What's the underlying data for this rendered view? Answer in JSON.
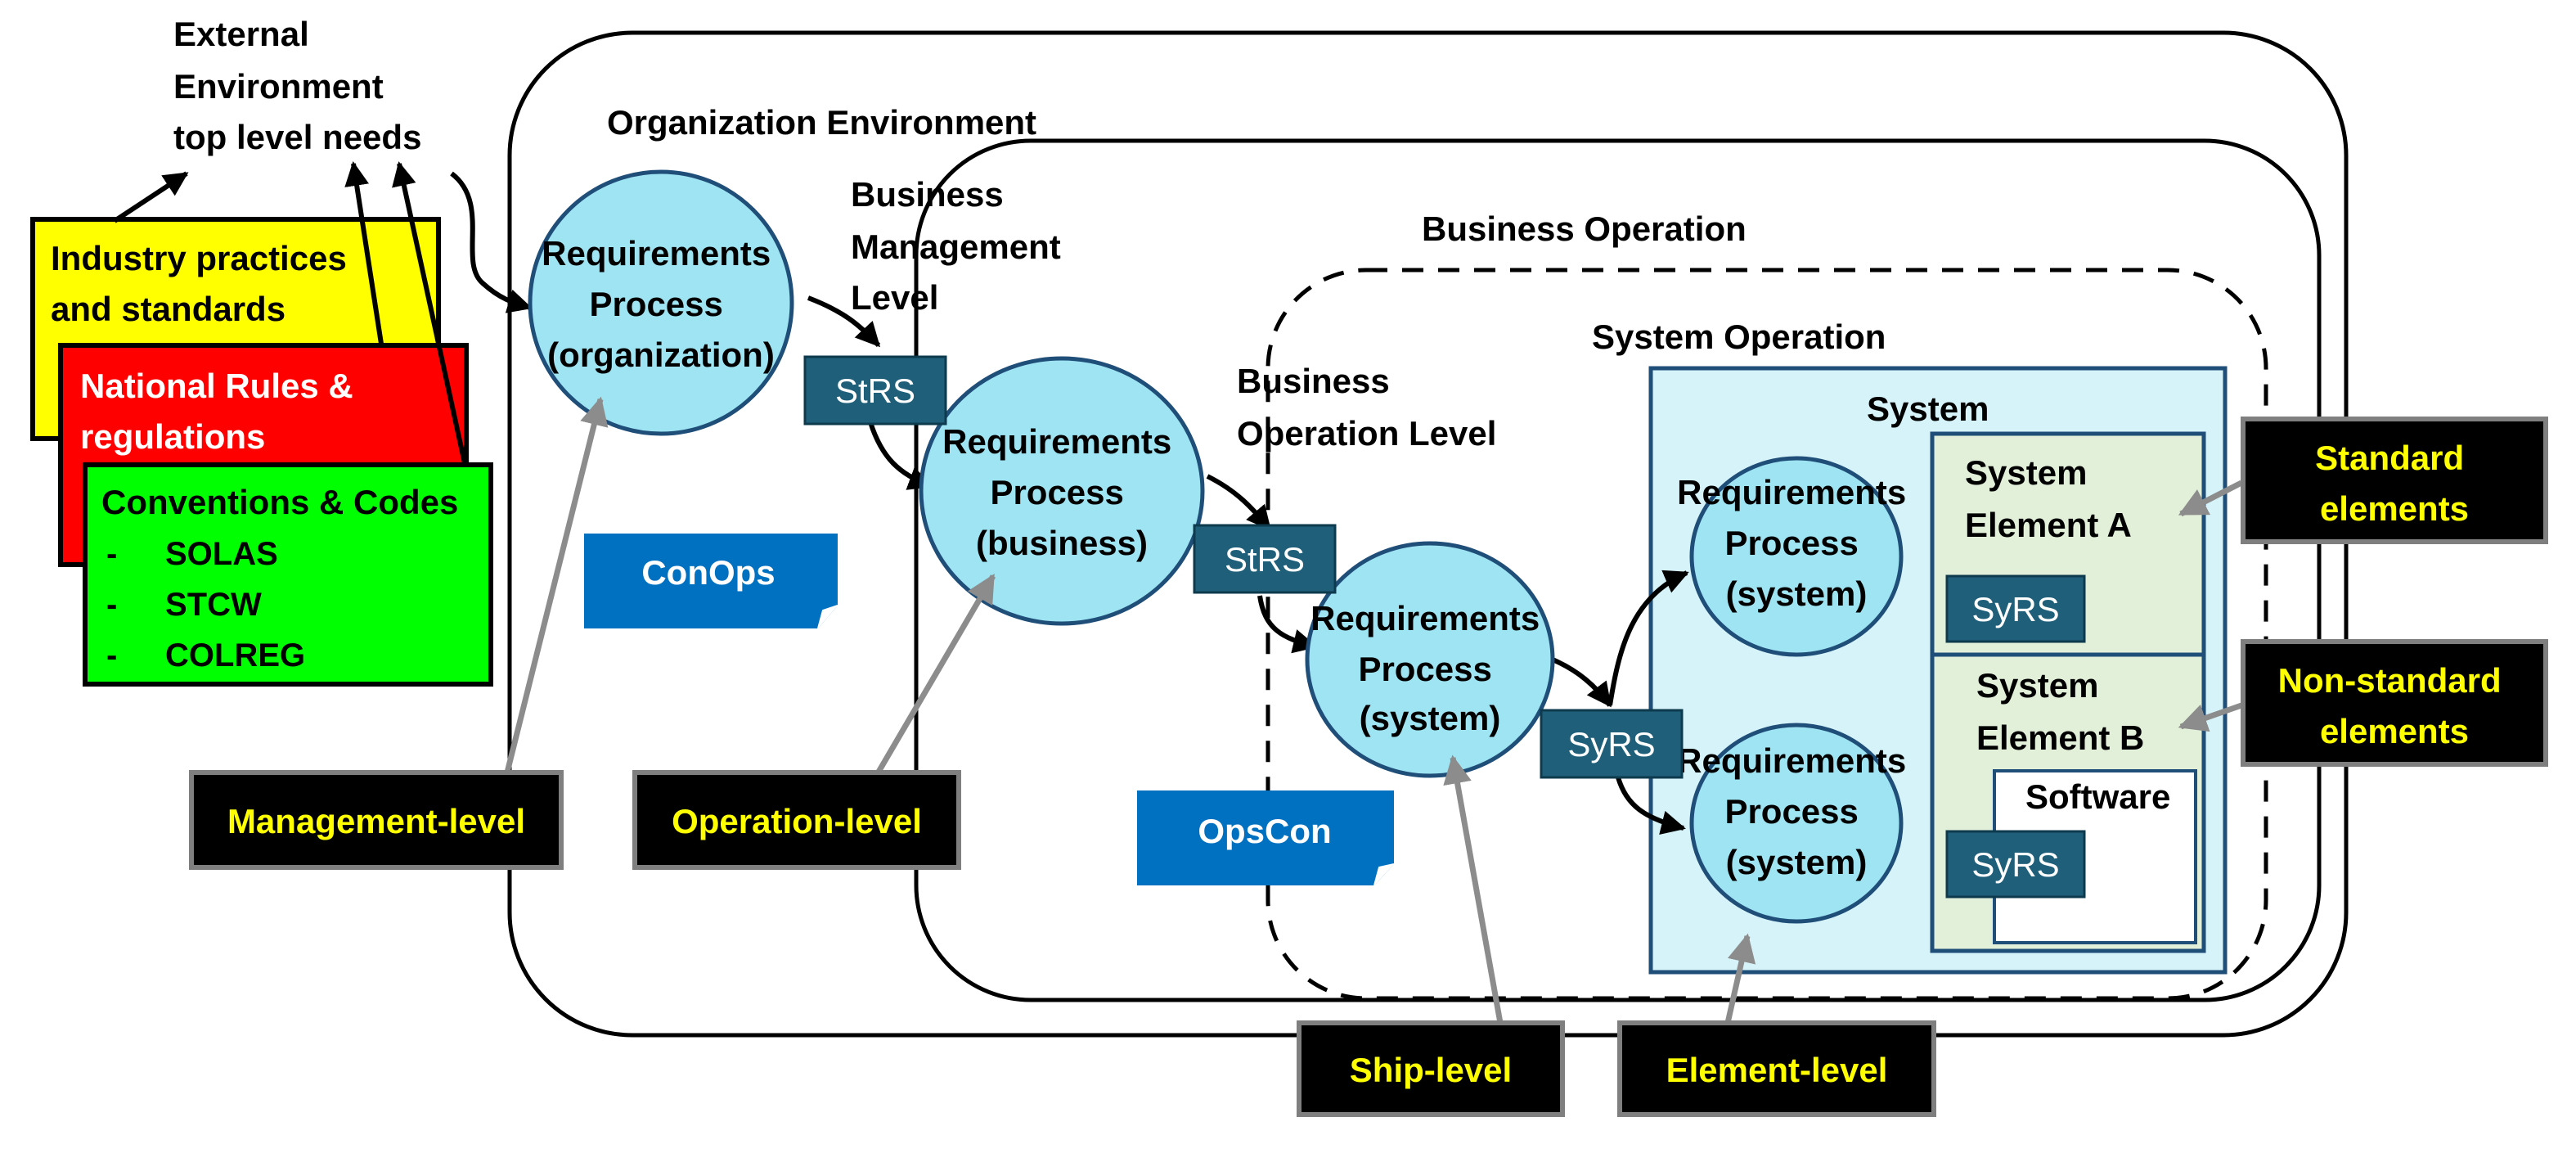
{
  "colors": {
    "circle_fill": "#9fe4f2",
    "circle_stroke": "#1f4e79",
    "doc_fill": "#1f5f7a",
    "doc_text": "#ffffff",
    "blue_note": "#0070c0",
    "label_bg": "#000000",
    "label_text": "#ffff00",
    "label_border": "#7f7f7f",
    "system_fill": "#d6f3fa",
    "element_fill": "#e2f0d9",
    "yellow": "#ffff00",
    "red": "#ff0000",
    "green": "#00ff00"
  },
  "headings": {
    "external": [
      "External",
      "Environment",
      "top level needs"
    ],
    "organization": "Organization Environment",
    "business_mgmt": [
      "Business",
      "Management",
      "Level"
    ],
    "business_operation": "Business Operation",
    "business_op_level": [
      "Business",
      "Operation Level"
    ],
    "system_operation": "System Operation",
    "system": "System",
    "element_a": [
      "System",
      "Element A"
    ],
    "element_b": [
      "System",
      "Element B"
    ],
    "software": "Software"
  },
  "sources": {
    "industry": [
      "Industry practices",
      "and standards"
    ],
    "national": [
      "National Rules &",
      "regulations"
    ],
    "conventions": {
      "title": "Conventions & Codes",
      "items": [
        "SOLAS",
        "STCW",
        "COLREG"
      ]
    }
  },
  "processes": {
    "organization": [
      "Requirements",
      "Process",
      "(organization)"
    ],
    "business": [
      "Requirements",
      "Process",
      "(business)"
    ],
    "system_main": [
      "Requirements",
      "Process",
      "(system)"
    ],
    "system_upper": [
      "Requirements",
      "Process",
      "(system)"
    ],
    "system_lower": [
      "Requirements",
      "Process",
      "(system)"
    ]
  },
  "docs": {
    "strs_1": "StRS",
    "strs_2": "StRS",
    "syrs_main": "SyRS",
    "syrs_a": "SyRS",
    "syrs_b": "SyRS"
  },
  "notes": {
    "conops": "ConOps",
    "opscon": "OpsCon"
  },
  "levels": {
    "management": "Management-level",
    "operation": "Operation-level",
    "ship": "Ship-level",
    "element": "Element-level",
    "standard": [
      "Standard",
      "elements"
    ],
    "nonstandard": [
      "Non-standard",
      "elements"
    ]
  }
}
